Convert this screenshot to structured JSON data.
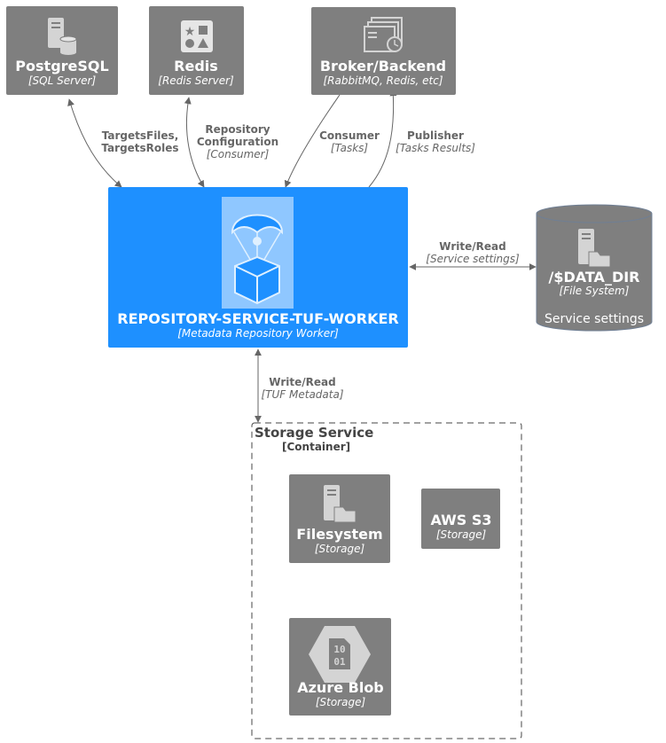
{
  "nodes": {
    "postgresql": {
      "title": "PostgreSQL",
      "sub": "[SQL Server]",
      "icon": "database-server-icon"
    },
    "redis": {
      "title": "Redis",
      "sub": "[Redis Server]",
      "icon": "redis-shapes-icon"
    },
    "broker": {
      "title": "Broker/Backend",
      "sub": "[RabbitMQ, Redis, etc]",
      "icon": "queue-clock-icon"
    },
    "worker": {
      "title": "REPOSITORY-SERVICE-TUF-WORKER",
      "sub": "[Metadata Repository Worker]",
      "icon": "parachute-box-icon"
    },
    "data_dir": {
      "title": "/$DATA_DIR",
      "sub": "[File System]",
      "note": "Service settings",
      "icon": "server-folder-icon"
    },
    "filesystem": {
      "title": "Filesystem",
      "sub": "[Storage]",
      "icon": "server-folder-icon"
    },
    "aws_s3": {
      "title": "AWS S3",
      "sub": "[Storage]"
    },
    "azure_blob": {
      "title": "Azure Blob",
      "sub": "[Storage]",
      "icon": "binary-hexagon-icon",
      "icon_text_top": "10",
      "icon_text_bottom": "01"
    }
  },
  "boundary": {
    "title": "Storage Service",
    "sub": "[Container]"
  },
  "edges": {
    "postgres_worker": {
      "line1": "TargetsFiles,",
      "line2": "TargetsRoles"
    },
    "redis_worker": {
      "line1": "Repository",
      "line2": "Configuration",
      "sub": "[Consumer]"
    },
    "broker_consumer": {
      "label": "Consumer",
      "sub": "[Tasks]"
    },
    "worker_publisher": {
      "label": "Publisher",
      "sub": "[Tasks Results]"
    },
    "worker_datadir": {
      "label": "Write/Read",
      "sub": "[Service settings]"
    },
    "worker_storage": {
      "label": "Write/Read",
      "sub": "[TUF Metadata]"
    }
  },
  "colors": {
    "node_gray": "#7f7f7f",
    "worker_blue": "#1e90ff",
    "edge": "#666666"
  }
}
